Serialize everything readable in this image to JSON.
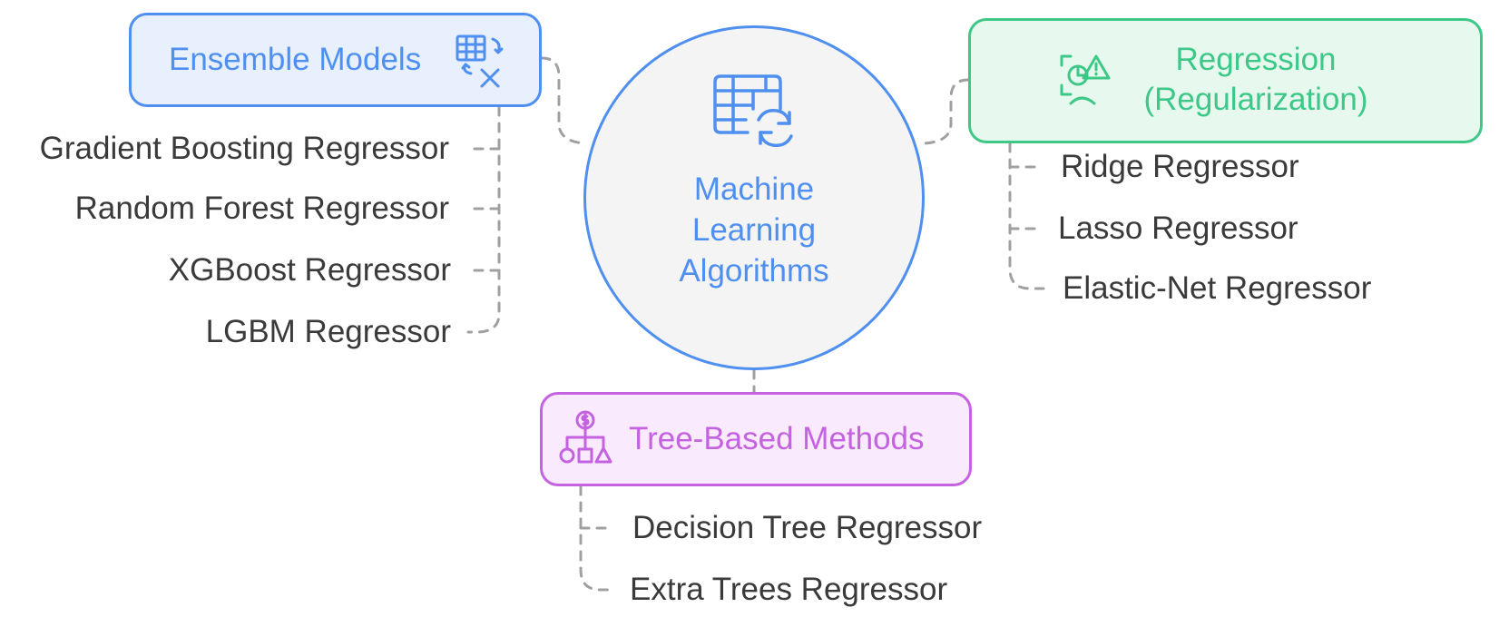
{
  "center": {
    "lines": [
      "Machine",
      "Learning",
      "Algorithms"
    ],
    "icon": "table-refresh-icon"
  },
  "groups": {
    "ensemble": {
      "title": "Ensemble Models",
      "icon": "spreadsheet-function-icon",
      "items": [
        "Gradient Boosting Regressor",
        "Random Forest Regressor",
        "XGBoost Regressor",
        "LGBM Regressor"
      ]
    },
    "regression": {
      "title_lines": [
        "Regression",
        "(Regularization)"
      ],
      "icon": "chart-warning-icon",
      "items": [
        "Ridge Regressor",
        "Lasso Regressor",
        "Elastic-Net Regressor"
      ]
    },
    "tree": {
      "title": "Tree-Based Methods",
      "icon": "decision-tree-icon",
      "items": [
        "Decision Tree Regressor",
        "Extra Trees Regressor"
      ]
    }
  },
  "colors": {
    "blue": "#4f8ff0",
    "green": "#3dc888",
    "purple": "#c462e0",
    "connector": "#a0a0a0",
    "text": "#3a3a3a"
  }
}
